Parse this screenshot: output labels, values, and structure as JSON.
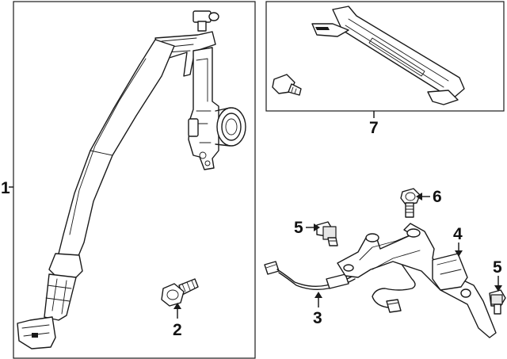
{
  "callouts": {
    "c1": "1",
    "c2": "2",
    "c3": "3",
    "c4": "4",
    "c5a": "5",
    "c5b": "5",
    "c6": "6",
    "c7": "7"
  },
  "colors": {
    "ink": "#1a1a1a",
    "shade": "#e6e6e6",
    "background": "#ffffff"
  }
}
